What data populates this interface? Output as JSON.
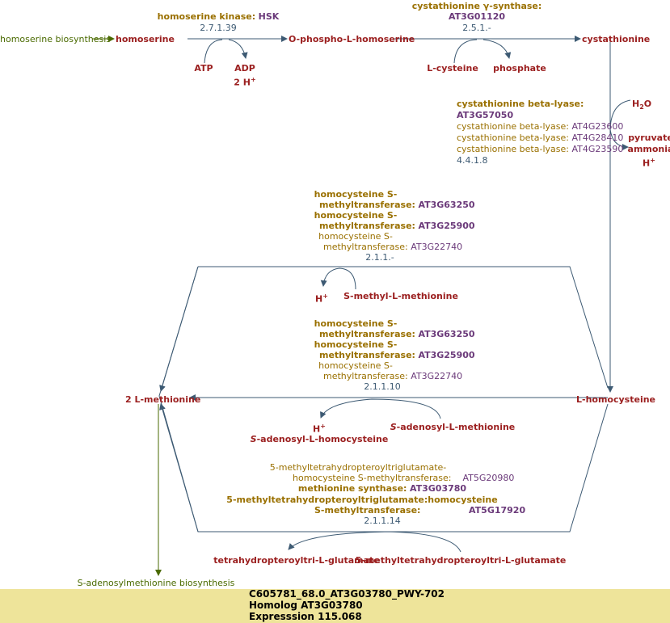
{
  "colors": {
    "compound": "#9b1f1f",
    "enzyme": "#9a7000",
    "gene": "#6b3a7a",
    "ec": "#3d5a73",
    "link": "#4a6a00",
    "panel": "#eee49a"
  },
  "links": {
    "in": "homoserine biosynthesis",
    "out": "S-adenosylmethionine biosynthesis"
  },
  "compounds": {
    "homoserine": "homoserine",
    "ophospho": "O-phospho-L-homoserine",
    "cystathionine": "cystathionine",
    "atp": "ATP",
    "adp": "ADP",
    "h2a": "2 H",
    "lcys": "L-cysteine",
    "phosphate": "phosphate",
    "h2o": "H",
    "h2o_sub": "2",
    "h2o_o": "O",
    "pyruvate": "pyruvate",
    "ammonia": "ammonia",
    "h": "H",
    "plus": "+",
    "smm": "S-methyl-L-methionine",
    "methionine": "2 L-methionine",
    "homocysteine": "L-homocysteine",
    "sam": "-adenosyl-L-methionine",
    "sah": "-adenosyl-L-homocysteine",
    "s": "S",
    "thf": "tetrahydropteroyltri-L-glutamate",
    "mthf": "5-methyltetrahydropteroyltri-L-glutamate"
  },
  "reactions": {
    "hsk": {
      "enzyme": "homoserine kinase:",
      "gene": "HSK",
      "ec": "2.7.1.39"
    },
    "cgs": {
      "enzyme": "cystathionine γ-synthase:",
      "gene": "AT3G01120",
      "ec": "2.5.1.-"
    },
    "cbl": {
      "enzyme": "cystathionine beta-lyase:",
      "gene": "AT3G57050",
      "others": [
        {
          "enzyme": "cystathionine beta-lyase:",
          "gene": "AT4G23600"
        },
        {
          "enzyme": "cystathionine beta-lyase:",
          "gene": "AT4G28410"
        },
        {
          "enzyme": "cystathionine beta-lyase:",
          "gene": "AT4G23590"
        }
      ],
      "ec": "4.4.1.8"
    },
    "hmt1": {
      "e1a": "homocysteine S-",
      "e1b": "methyltransferase:",
      "g1": "AT3G63250",
      "g2": "AT3G25900",
      "e3a": "homocysteine S-",
      "e3b": "methyltransferase:",
      "g3": "AT3G22740",
      "ec": "2.1.1.-"
    },
    "hmt2": {
      "e1a": "homocysteine S-",
      "e1b": "methyltransferase:",
      "g1": "AT3G63250",
      "g2": "AT3G25900",
      "e3a": "homocysteine S-",
      "e3b": "methyltransferase:",
      "g3": "AT3G22740",
      "ec": "2.1.1.10"
    },
    "ms": {
      "e1a": "5-methyltetrahydropteroyltriglutamate-",
      "e1b": "homocysteine S-methyltransferase:",
      "g1": "AT5G20980",
      "e2": "methionine synthase:",
      "g2": "AT3G03780",
      "e3a": "5-methyltetrahydropteroyltriglutamate:homocysteine",
      "e3b": "S-methyltransferase:",
      "g3": "AT5G17920",
      "ec": "2.1.1.14"
    }
  },
  "panel": {
    "line1": "C605781_68.0_AT3G03780_PWY-702",
    "line2": "Homolog AT3G03780",
    "line3": "Expresssion 115.068"
  }
}
